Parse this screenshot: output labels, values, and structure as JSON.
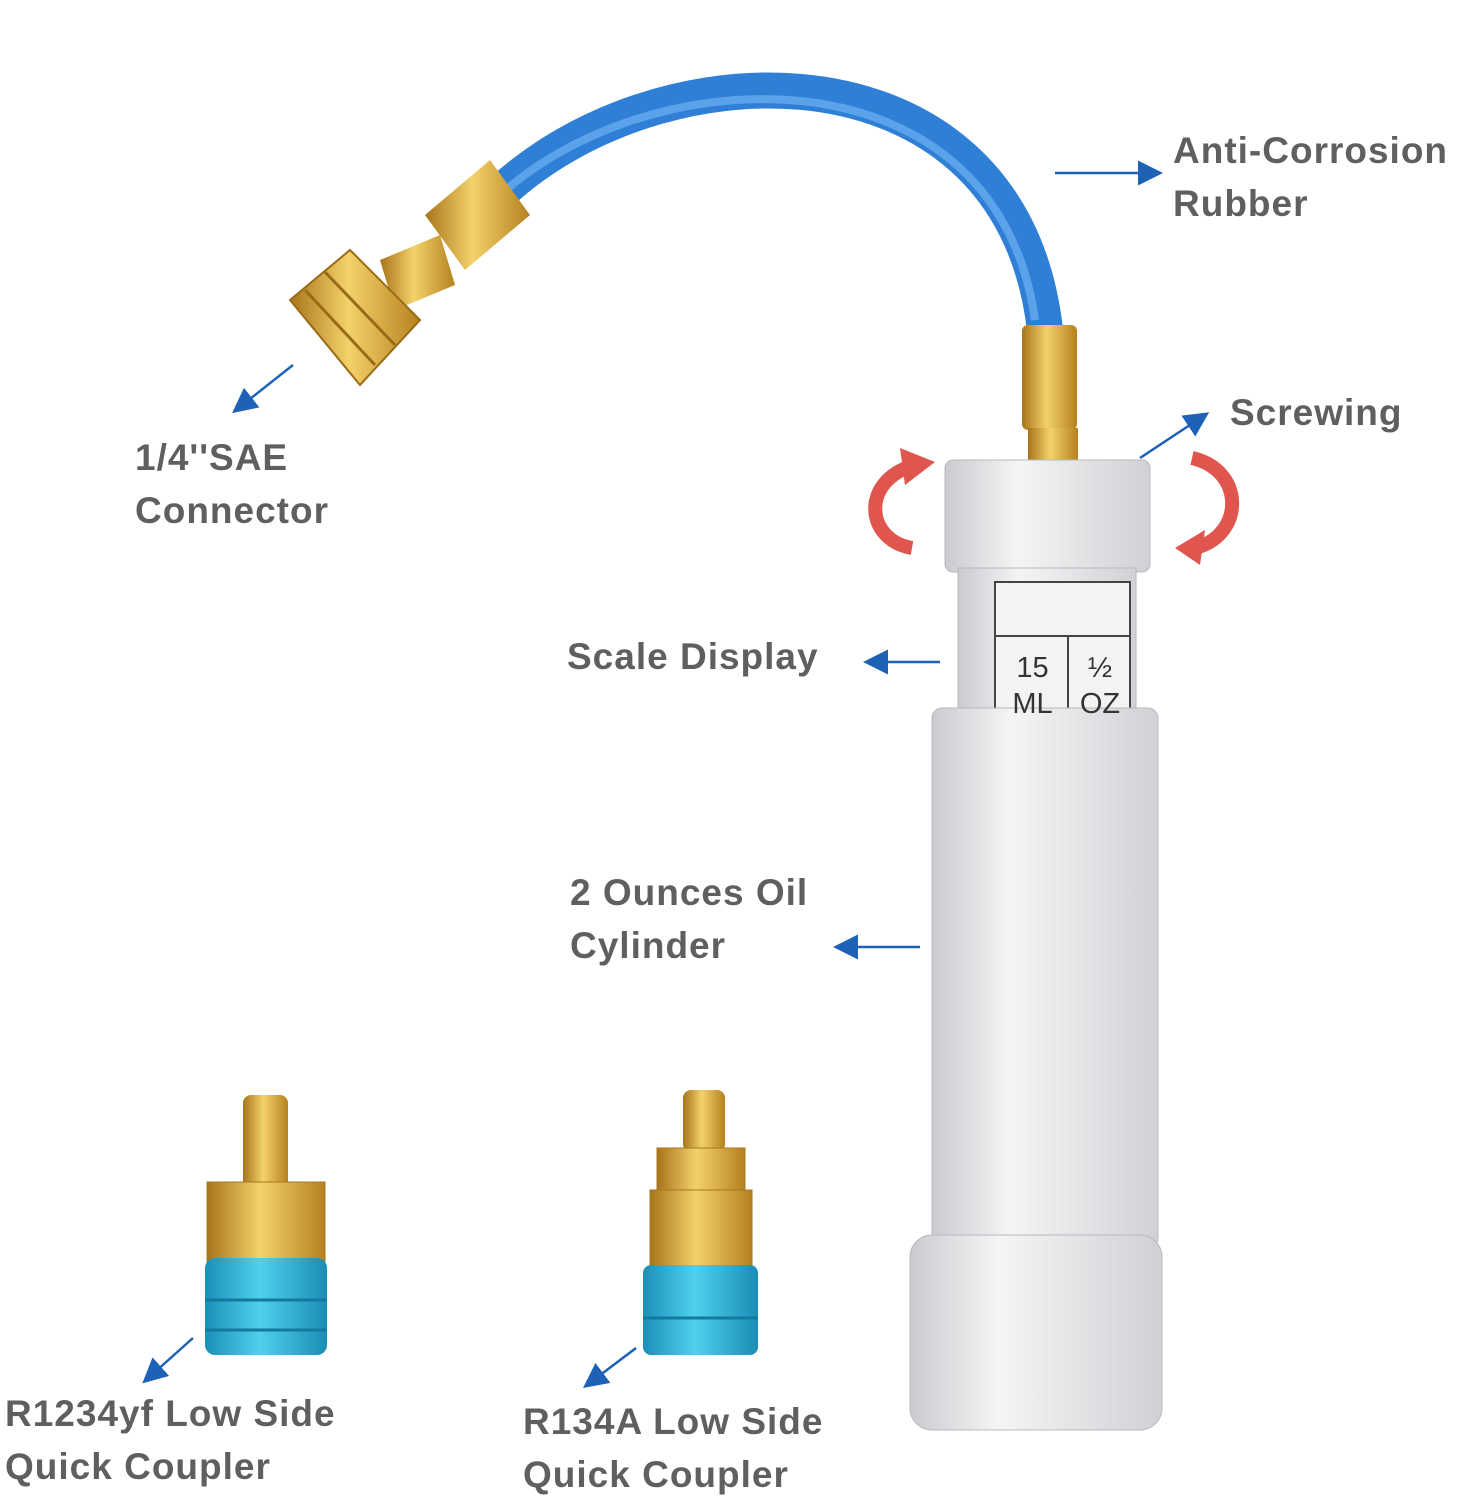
{
  "labels": {
    "hose": [
      "Anti-Corrosion",
      "Rubber"
    ],
    "screwing": "Screwing",
    "connector": [
      "1/4''SAE",
      "Connector"
    ],
    "scale": "Scale Display",
    "cylinder": [
      "2 Ounces Oil",
      "Cylinder"
    ],
    "r1234yf": [
      "R1234yf Low Side",
      "Quick Coupler"
    ],
    "r134a": [
      "R134A Low Side",
      "Quick Coupler"
    ]
  },
  "scale_window": {
    "ml": [
      "15",
      "ML"
    ],
    "oz": [
      "½",
      "OZ"
    ]
  },
  "colors": {
    "hose": "#2f7fd6",
    "brass": "#d9a93a",
    "aluminum": "#e6e7e9",
    "coupler_blue": "#27b3d6",
    "arrow": "#1e62b8",
    "rotate_arrow": "#e0554e",
    "text": "#5f5f5f"
  }
}
